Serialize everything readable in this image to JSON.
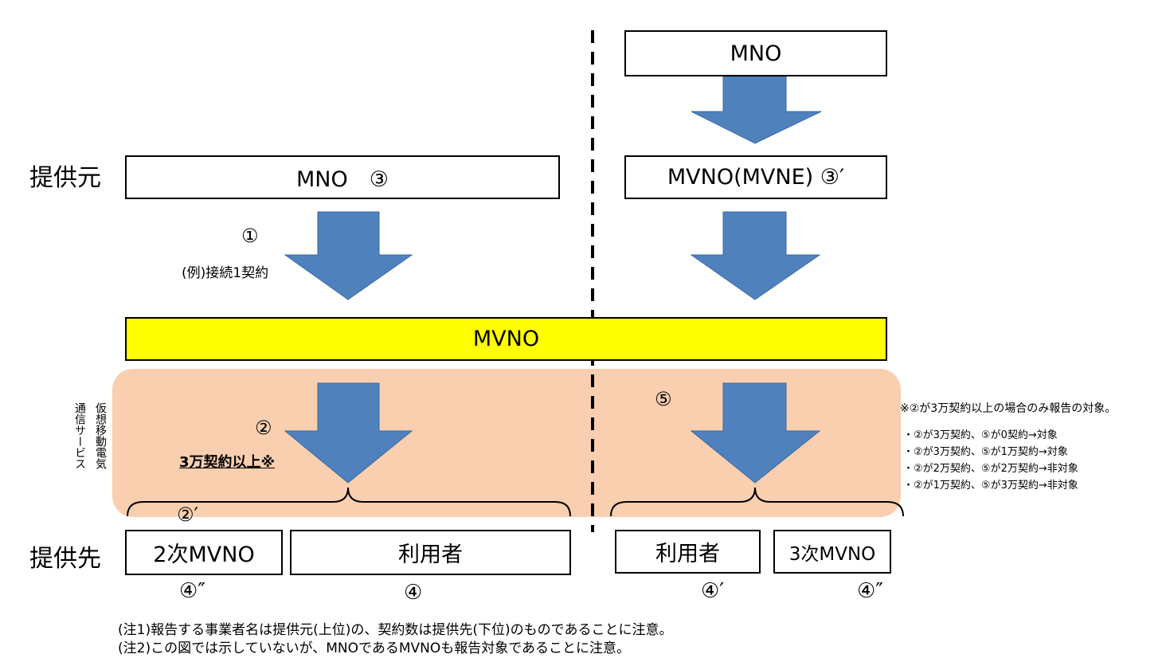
{
  "labels": {
    "source": "提供元",
    "dest": "提供先",
    "service_vertical": [
      "通信サービス",
      "仮想移動電気"
    ]
  },
  "left": {
    "source_box": "MNO　③",
    "circle1": "①",
    "example": "(例)接続1契約",
    "circle2": "②",
    "threshold": "3万契約以上※",
    "circle2_prime": "②′",
    "box_2nd_mvno": "2次MVNO",
    "box_user": "利用者",
    "under_2nd_mvno": "④″",
    "under_user": "④"
  },
  "right": {
    "top_box": "MNO",
    "mvne_box": "MVNO(MVNE) ③′",
    "circle5": "⑤",
    "box_user": "利用者",
    "box_3rd_mvno": "3次MVNO",
    "under_user": "④′",
    "under_3rd_mvno": "④″"
  },
  "center_box": "MVNO",
  "note_main": "※②が3万契約以上の場合のみ報告の対象。",
  "note_items": [
    "・②が3万契約、⑤が0契約→対象",
    "・②が3万契約、⑤が1万契約→対象",
    "・②が2万契約、⑤が2万契約→非対象",
    "・②が1万契約、⑤が3万契約→非対象"
  ],
  "footnotes": [
    "(注1)報告する事業者名は提供元(上位)の、契約数は提供先(下位)のものであることに注意。",
    "(注2)この図では示していないが、MNOであるMVNOも報告対象であることに注意。"
  ],
  "colors": {
    "arrow": "#4f81bd",
    "highlight": "#ffff00",
    "service_area": "#f9cfaf"
  }
}
